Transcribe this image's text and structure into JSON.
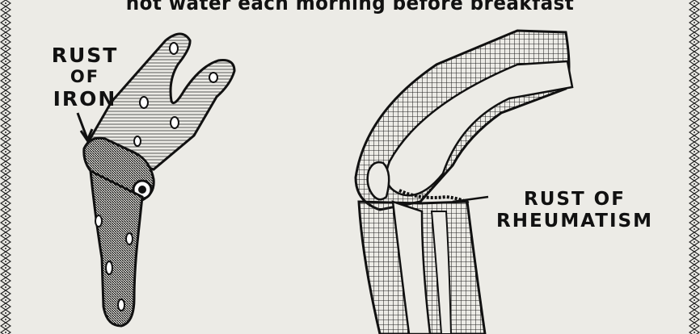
{
  "headline": "hot water each morning before breakfast",
  "iron_label": {
    "line1": "RUST",
    "line2": "OF",
    "line3": "IRON"
  },
  "rheumatism_label": {
    "line1": "RUST OF",
    "line2": "RHEUMATISM"
  },
  "colors": {
    "paper": "#ecebe6",
    "ink": "#111111"
  }
}
